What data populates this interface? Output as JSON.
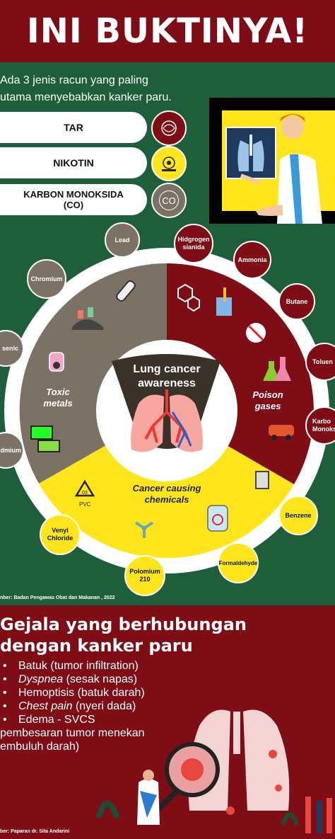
{
  "header": {
    "title": "INI BUKTINYA!"
  },
  "intro": {
    "line1": "Ada 3 jenis racun yang paling",
    "line2": "utama menyebabkan kanker paru."
  },
  "toxins": [
    {
      "label": "TAR",
      "icon": "tar-cigarette-icon"
    },
    {
      "label": "NIKOTIN",
      "icon": "nicotine-icon"
    },
    {
      "label_line1": "KARBON MONOKSIDA",
      "label_line2": "(CO)",
      "icon": "co-icon",
      "icon_text": "CO"
    }
  ],
  "wheel": {
    "center_line1": "Lung cancer",
    "center_line2": "awareness",
    "segments": [
      {
        "line1": "Toxic",
        "line2": "metals",
        "color": "#7b7265"
      },
      {
        "line1": "Poison",
        "line2": "gases",
        "color": "#7e0d16"
      },
      {
        "line1": "Cancer causing",
        "line2": "chemicals",
        "color": "#ffe61c"
      }
    ],
    "pvc_text": "PVC",
    "pvc_number": "03"
  },
  "bubbles": {
    "lead": "Lead",
    "chromium": "Chromium",
    "arsenic": "senic",
    "cadmium": "dmium",
    "hydrogen_l1": "Hidgrogen",
    "hydrogen_l2": "sianida",
    "ammonia": "Ammonia",
    "butane": "Butane",
    "toluene": "Toluen",
    "karbon_l1": "Karbo",
    "karbon_l2": "Monoks",
    "benzene": "Benzene",
    "formaldehyde": "Formaldehyde",
    "polonium_l1": "Polomium",
    "polonium_l2": "210",
    "vinyl_l1": "Venyl",
    "vinyl_l2": "Chloride"
  },
  "source1": "nber: Badan Pengawas Obat dan Makanan , 2022",
  "symptoms": {
    "title_line1": "Gejala yang berhubungan",
    "title_line2": "dengan kanker paru",
    "b1": "Batuk (tumor infiltration)",
    "b2_em": "Dyspnea",
    "b2_rest": " (sesak napas)",
    "b3": "Hemoptisis (batuk darah)",
    "b4_em": "Chest pain",
    "b4_rest": " (nyeri dada)",
    "b5": "Edema - SVCS",
    "b6": "pembesaran tumor menekan",
    "b7": "embuluh darah)"
  },
  "source2": "ber: Paparan dr. Sita Andarini",
  "colors": {
    "green": "#1f5e3a",
    "red": "#7e0d16",
    "yellow": "#ffe61c",
    "gray": "#7b7265"
  }
}
